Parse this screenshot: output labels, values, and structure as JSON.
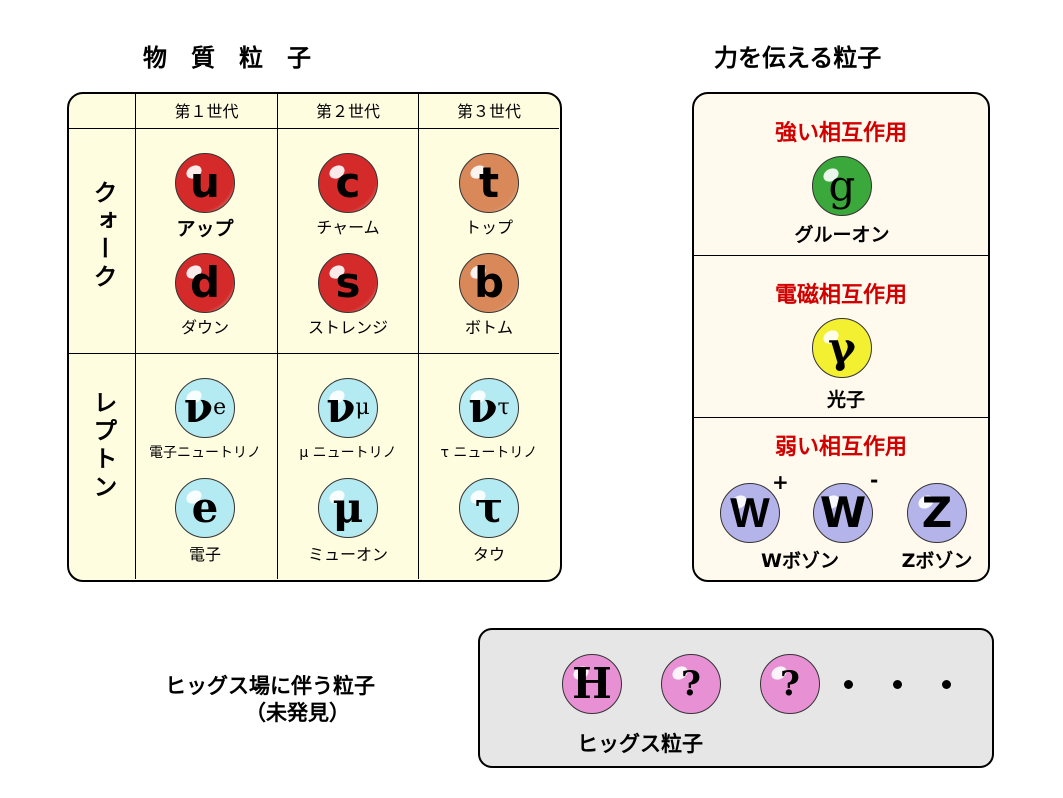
{
  "titles": {
    "matter": "物　質　粒　子",
    "force": "力を伝える粒子"
  },
  "matter_table": {
    "generations": [
      "第１世代",
      "第２世代",
      "第３世代"
    ],
    "rows": [
      "クォーク",
      "レプトン"
    ],
    "particles": [
      {
        "symbol": "u",
        "name": "アップ",
        "color": "#d42a2a"
      },
      {
        "symbol": "c",
        "name": "チャーム",
        "color": "#d42a2a"
      },
      {
        "symbol": "t",
        "name": "トップ",
        "color": "#d9885a"
      },
      {
        "symbol": "d",
        "name": "ダウン",
        "color": "#d42a2a"
      },
      {
        "symbol": "s",
        "name": "ストレンジ",
        "color": "#d42a2a"
      },
      {
        "symbol": "b",
        "name": "ボトム",
        "color": "#d9885a"
      },
      {
        "symbol": "ν",
        "sub": "e",
        "name": "電子ニュートリノ",
        "color": "#b4eaf2"
      },
      {
        "symbol": "ν",
        "sub": "μ",
        "name": "μ ニュートリノ",
        "color": "#b4eaf2"
      },
      {
        "symbol": "ν",
        "sub": "τ",
        "name": "τ ニュートリノ",
        "color": "#b4eaf2"
      },
      {
        "symbol": "e",
        "name": "電子",
        "color": "#b4eaf2"
      },
      {
        "symbol": "μ",
        "name": "ミューオン",
        "color": "#b4eaf2"
      },
      {
        "symbol": "τ",
        "name": "タウ",
        "color": "#b4eaf2"
      }
    ]
  },
  "forces": {
    "strong": {
      "title": "強い相互作用",
      "symbol": "g",
      "name": "グルーオン",
      "color": "#3aa83a"
    },
    "em": {
      "title": "電磁相互作用",
      "symbol": "γ",
      "name": "光子",
      "color": "#f2f030"
    },
    "weak": {
      "title": "弱い相互作用",
      "w_plus": "W",
      "w_minus": "W",
      "plus": "+",
      "minus": "-",
      "z": "Z",
      "w_name": "Wボゾン",
      "z_name": "Zボゾン",
      "color": "#b4b4ea"
    }
  },
  "higgs": {
    "label_line1": "ヒッグス場に伴う粒子",
    "label_line2": "（未発見）",
    "symbols": [
      "H",
      "?",
      "?"
    ],
    "name": "ヒッグス粒子",
    "color": "#e890d4"
  },
  "colors": {
    "table_bg": "#fffde0",
    "force_bg": "#fff9ee",
    "higgs_bg": "#e6e6e6",
    "force_title": "#d00000"
  }
}
